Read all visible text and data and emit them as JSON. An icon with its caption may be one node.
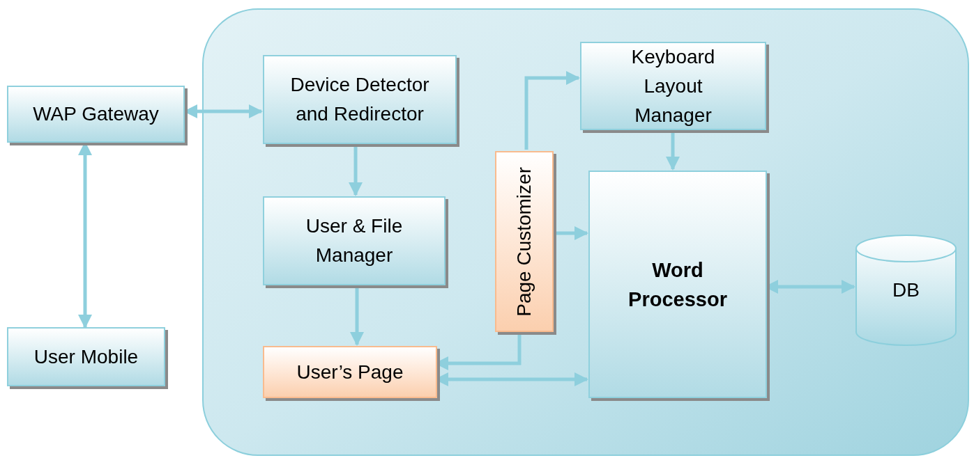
{
  "diagram": {
    "nodes": [
      {
        "text": [],
        "shape": "box"
      },
      {
        "text": [
          "WAP Gateway"
        ]
      },
      {
        "text": [
          "User Mobile"
        ]
      },
      {
        "text": [
          "Device Detector and Redirector"
        ],
        "in": 0
      },
      {
        "text": [
          "User & File Manager"
        ],
        "in": 0
      },
      {
        "text": [
          "User’s Page"
        ],
        "in": 0
      },
      {
        "text": [
          "Page Customizer"
        ],
        "in": 0
      },
      {
        "text": [
          "Keyboard Layout Manager"
        ],
        "in": 0
      },
      {
        "text": [
          "Word Processor"
        ],
        "in": 0
      },
      {
        "text": [
          "DB"
        ],
        "in": 0
      }
    ],
    "edges": [
      {
        "from": 1,
        "to": 3,
        "arrow": "both"
      },
      {
        "from": 1,
        "to": 2,
        "arrow": "both"
      },
      {
        "from": 3,
        "to": 4,
        "arrow": "to"
      },
      {
        "from": 4,
        "to": 5,
        "arrow": "to"
      },
      {
        "from": 6,
        "to": 7,
        "arrow": "to"
      },
      {
        "from": 7,
        "to": 8,
        "arrow": "to"
      },
      {
        "from": 6,
        "to": 8,
        "arrow": "to"
      },
      {
        "from": 6,
        "to": 5,
        "arrow": "to"
      },
      {
        "from": 5,
        "to": 8,
        "arrow": "both"
      },
      {
        "from": 8,
        "to": 9,
        "arrow": "both"
      }
    ]
  }
}
